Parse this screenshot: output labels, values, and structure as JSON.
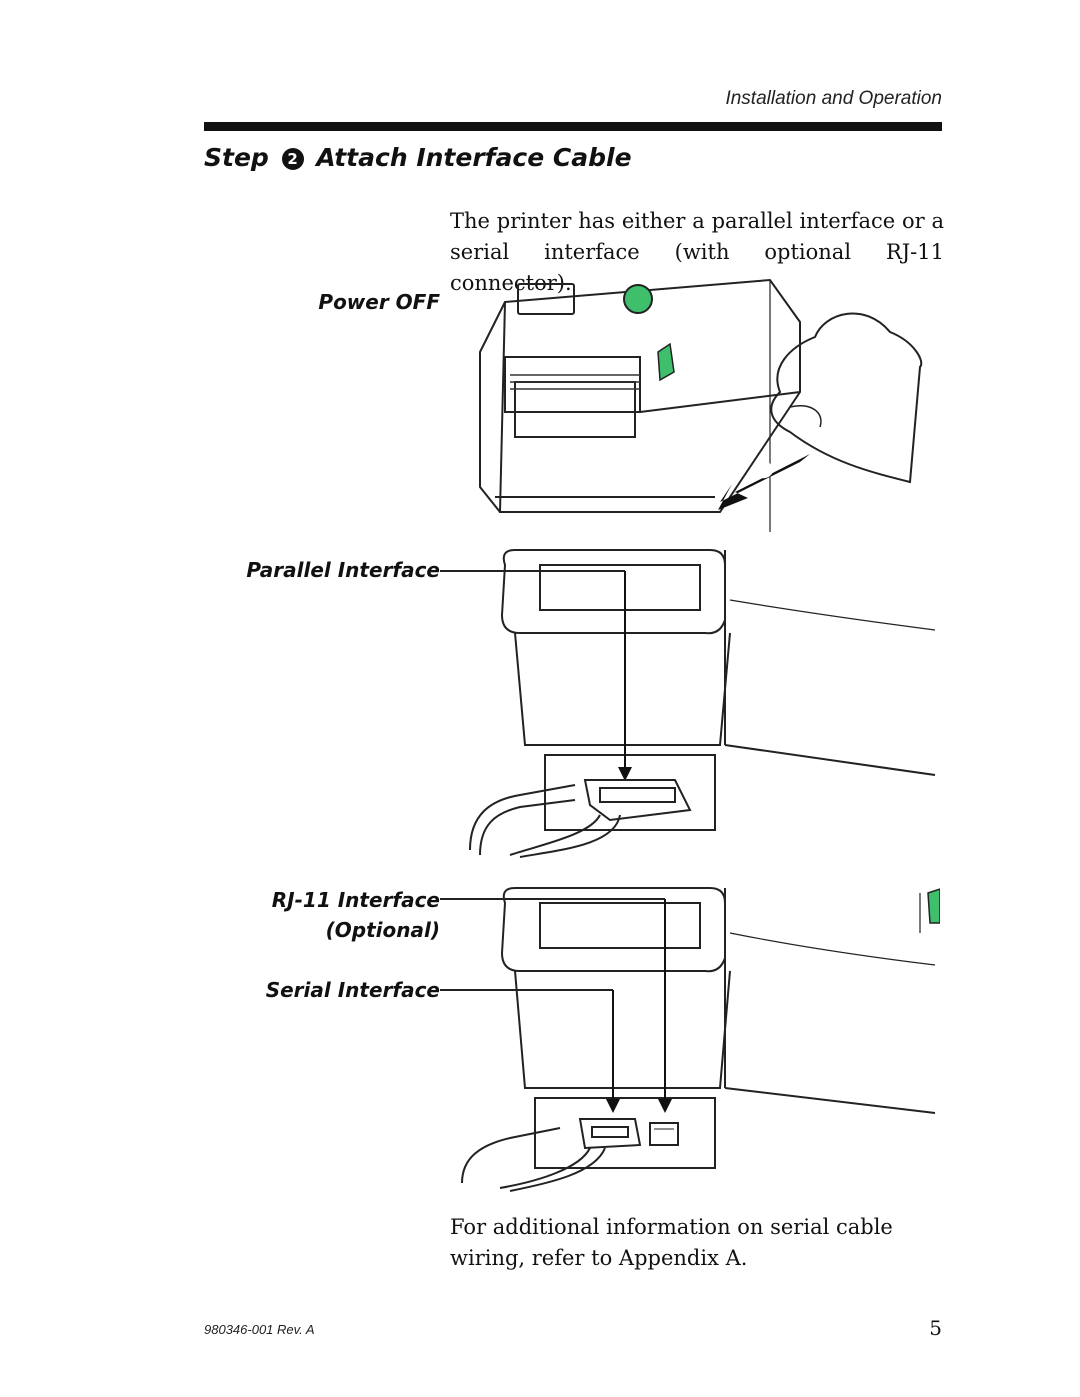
{
  "header": {
    "section": "Installation and Operation"
  },
  "step": {
    "prefix": "Step",
    "number": "2",
    "title": "Attach Interface Cable"
  },
  "intro": "The printer has either a parallel interface or a serial interface (with optional RJ-11 connector).",
  "figures": {
    "power": {
      "label": "Power OFF"
    },
    "parallel": {
      "label": "Parallel Interface"
    },
    "serial": {
      "rj11_label": "RJ-11 Interface",
      "rj11_note": "(Optional)",
      "serial_label": "Serial Interface"
    }
  },
  "closing": "For additional information on serial cable wiring, refer to Appendix A.",
  "footer": {
    "doc_number": "980346-001 Rev. A",
    "page": "5"
  },
  "colors": {
    "power_button": "#3fbf6b",
    "ink": "#111111"
  }
}
